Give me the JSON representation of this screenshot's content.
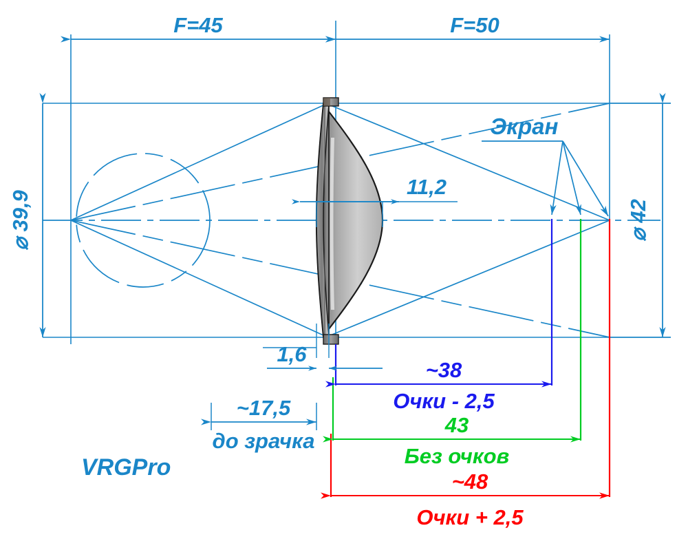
{
  "meta": {
    "title": "VRGPro lens optical layout drawing",
    "watermark": "VRGPro"
  },
  "colors": {
    "primary": "#1a86c8",
    "blue": "#1a1aee",
    "green": "#00cc22",
    "red": "#ff0000",
    "lens_dark": "#6e6e6e",
    "lens_light": "#c9c9c9",
    "outline": "#1a1a1a"
  },
  "dimensions": {
    "focal_left": "F=45",
    "focal_right": "F=50",
    "diameter_left": "⌀ 39,9",
    "diameter_right": "⌀ 42",
    "lens_thickness": "11,2",
    "edge_thickness": "1,6",
    "pupil_distance_value": "~17,5",
    "pupil_distance_label": "до зрачка"
  },
  "screen": {
    "label": "Экран"
  },
  "screen_distances": [
    {
      "id": "glasses-minus",
      "value": "~38",
      "label": "Очки - 2,5",
      "color": "#1a1aee"
    },
    {
      "id": "no-glasses",
      "value": "43",
      "label": "Без очков",
      "color": "#00cc22"
    },
    {
      "id": "glasses-plus",
      "value": "~48",
      "label": "Очки + 2,5",
      "color": "#ff0000"
    }
  ]
}
